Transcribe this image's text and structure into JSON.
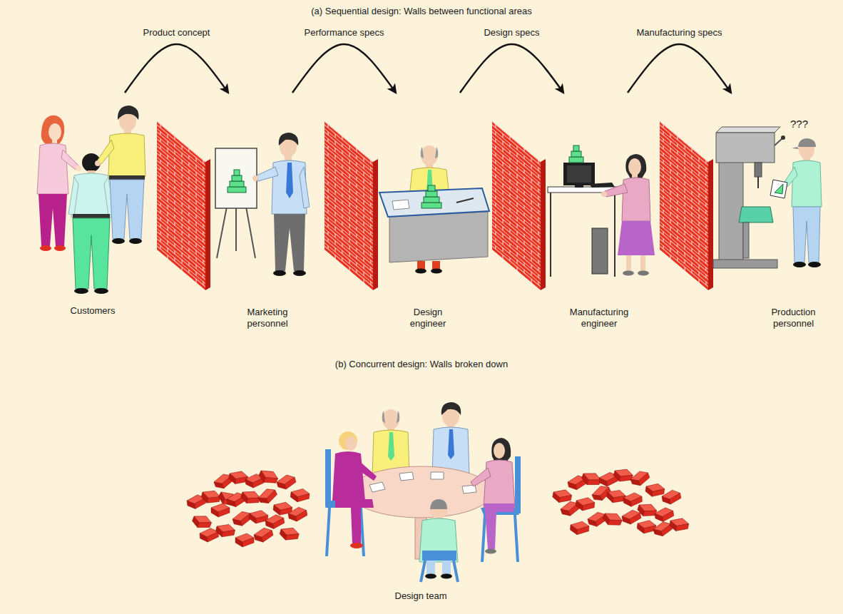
{
  "diagram": {
    "nodes": [
      {
        "text": [
          "Customers"
        ]
      },
      {
        "text": [
          "Marketing personnel"
        ]
      },
      {
        "text": [
          "Design engineer"
        ]
      },
      {
        "text": [
          "Manufacturing engineer"
        ]
      },
      {
        "text": [
          "Production personnel"
        ]
      },
      {
        "text": [
          "Design team"
        ]
      }
    ],
    "edges": [
      {
        "from": 0,
        "to": 1,
        "label": "Product concept",
        "arrow": "to"
      },
      {
        "from": 1,
        "to": 2,
        "label": "Performance specs",
        "arrow": "to"
      },
      {
        "from": 2,
        "to": 3,
        "label": "Design specs",
        "arrow": "to"
      },
      {
        "from": 3,
        "to": 4,
        "label": "Manufacturing specs",
        "arrow": "to"
      }
    ],
    "labels": [
      "(a) Sequential design: Walls between functional areas",
      "???",
      "(b) Concurrent design: Walls broken down"
    ]
  }
}
